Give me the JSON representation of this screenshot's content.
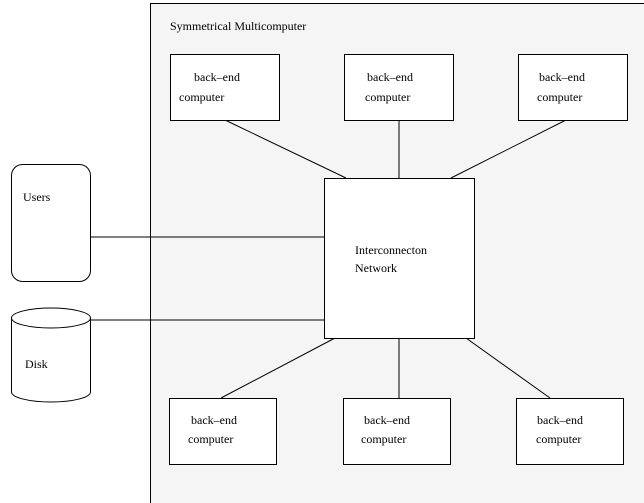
{
  "diagram": {
    "container_title": "Symmetrical Multicomputer",
    "users_label": "Users",
    "disk_label": "Disk",
    "network_label_line1": "Interconnecton",
    "network_label_line2": "Network",
    "top_nodes": [
      {
        "line1": "back–end",
        "line2": "computer"
      },
      {
        "line1": "back–end",
        "line2": "computer"
      },
      {
        "line1": "back–end",
        "line2": "computer"
      }
    ],
    "bottom_nodes": [
      {
        "line1": "back–end",
        "line2": "computer"
      },
      {
        "line1": "back–end",
        "line2": "computer"
      },
      {
        "line1": "back–end",
        "line2": "computer"
      }
    ],
    "colors": {
      "container_fill": "#f5f5f5",
      "box_fill": "#ffffff",
      "stroke": "#000000"
    }
  }
}
